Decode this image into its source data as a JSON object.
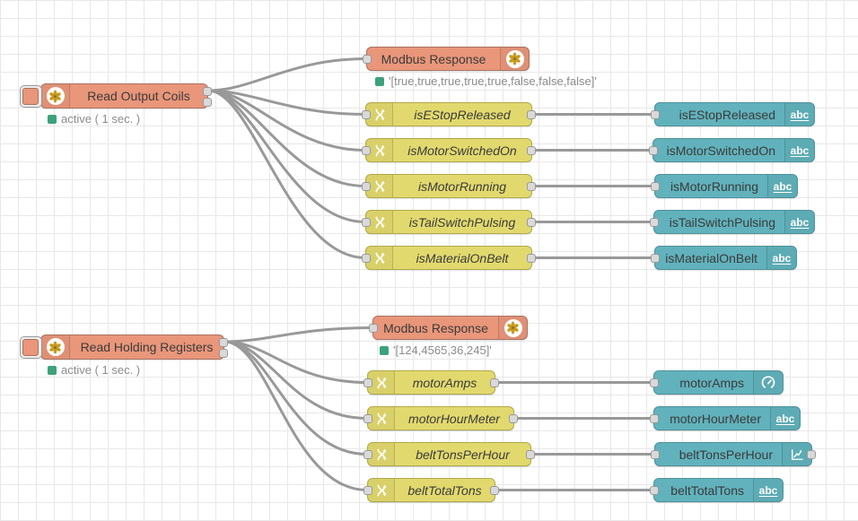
{
  "colors": {
    "modbus_node": "#E9967A",
    "switch_node": "#E2D96E",
    "ui_node": "#61B2BC",
    "wire": "#999999",
    "status_active_dot": "#3DA27C",
    "grid_line": "#E8E8E8"
  },
  "icons": {
    "abc_label": "abc"
  },
  "flows": {
    "coils": {
      "reader": {
        "label": "Read Output Coils",
        "status": "active ( 1 sec. )",
        "icon": "modbus-flower-icon"
      },
      "response": {
        "label": "Modbus Response",
        "status": "'[true,true,true,true,true,false,false,false]'",
        "icon": "modbus-flower-icon"
      },
      "switches": [
        {
          "label": "isEStopReleased",
          "icon": "shuffle-icon"
        },
        {
          "label": "isMotorSwitchedOn",
          "icon": "shuffle-icon"
        },
        {
          "label": "isMotorRunning",
          "icon": "shuffle-icon"
        },
        {
          "label": "isTailSwitchPulsing",
          "icon": "shuffle-icon"
        },
        {
          "label": "isMaterialOnBelt",
          "icon": "shuffle-icon"
        }
      ],
      "outputs": [
        {
          "label": "isEStopReleased",
          "icon": "abc-text-icon"
        },
        {
          "label": "isMotorSwitchedOn",
          "icon": "abc-text-icon"
        },
        {
          "label": "isMotorRunning",
          "icon": "abc-text-icon"
        },
        {
          "label": "isTailSwitchPulsing",
          "icon": "abc-text-icon"
        },
        {
          "label": "isMaterialOnBelt",
          "icon": "abc-text-icon"
        }
      ]
    },
    "registers": {
      "reader": {
        "label": "Read Holding Registers",
        "status": "active ( 1 sec. )",
        "icon": "modbus-flower-icon"
      },
      "response": {
        "label": "Modbus Response",
        "status": "'[124,4565,36,245]'",
        "icon": "modbus-flower-icon"
      },
      "switches": [
        {
          "label": "motorAmps",
          "icon": "shuffle-icon"
        },
        {
          "label": "motorHourMeter",
          "icon": "shuffle-icon"
        },
        {
          "label": "beltTonsPerHour",
          "icon": "shuffle-icon"
        },
        {
          "label": "beltTotalTons",
          "icon": "shuffle-icon"
        }
      ],
      "outputs": [
        {
          "label": "motorAmps",
          "icon": "gauge-icon"
        },
        {
          "label": "motorHourMeter",
          "icon": "abc-text-icon"
        },
        {
          "label": "beltTonsPerHour",
          "icon": "line-chart-icon"
        },
        {
          "label": "beltTotalTons",
          "icon": "abc-text-icon"
        }
      ]
    }
  }
}
